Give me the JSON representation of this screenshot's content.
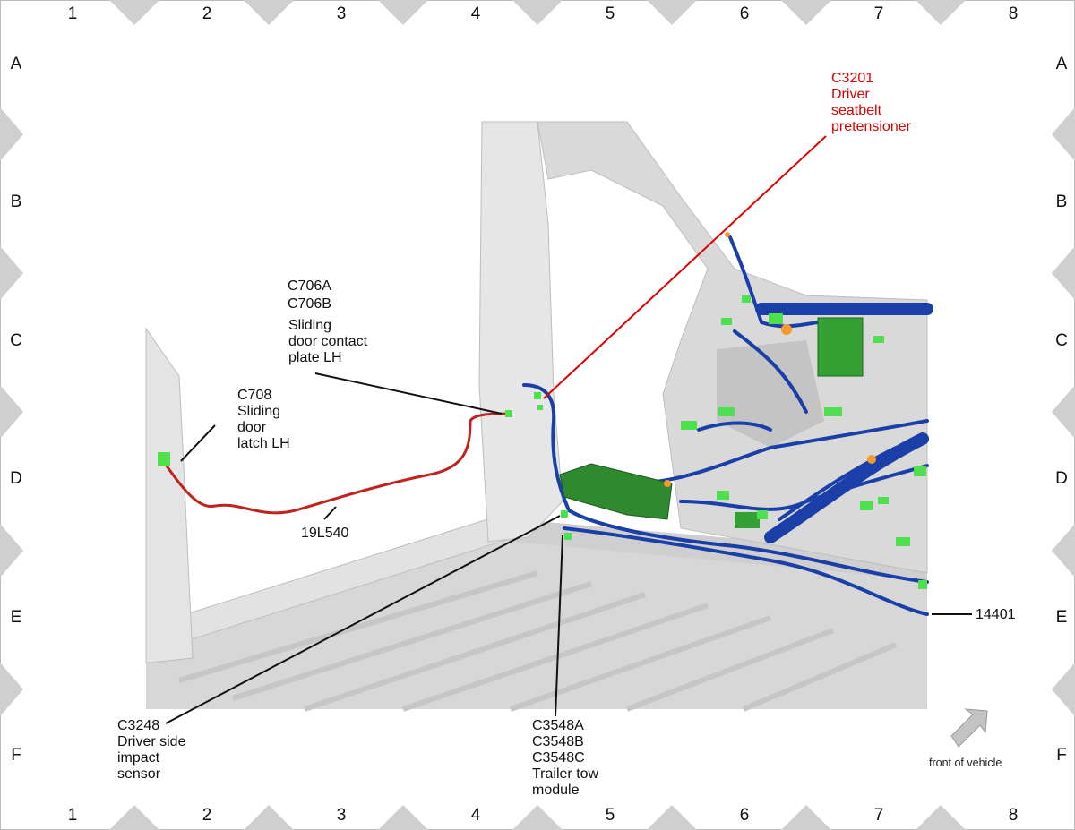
{
  "grid": {
    "columns": [
      "1",
      "2",
      "3",
      "4",
      "5",
      "6",
      "7",
      "8"
    ],
    "rows": [
      "A",
      "B",
      "C",
      "D",
      "E",
      "F"
    ]
  },
  "callouts": {
    "c3201": [
      "C3201",
      "Driver",
      "seatbelt",
      "pretensioner"
    ],
    "c706": [
      "C706A",
      "C706B",
      "Sliding",
      "door contact",
      "plate LH"
    ],
    "c708": [
      "C708",
      "Sliding",
      "door",
      "latch LH"
    ],
    "harness_19l540": "19L540",
    "harness_14401": "14401",
    "c3248": [
      "C3248",
      "Driver side",
      "impact",
      "sensor"
    ],
    "c3548": [
      "C3548A",
      "C3548B",
      "C3548C",
      "Trailer tow",
      "module"
    ]
  },
  "orientation": {
    "label": "front of vehicle",
    "arrow_icon": "front-arrow-icon"
  },
  "colors": {
    "harness_blue": "#1a3fa8",
    "harness_red": "#c0231e",
    "connector_green": "#4ee04e",
    "callout_red": "#e00000"
  }
}
